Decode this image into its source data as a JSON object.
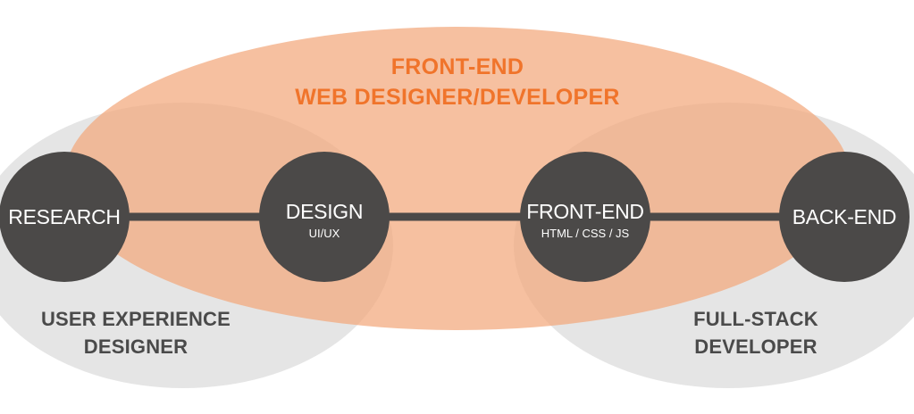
{
  "colors": {
    "orange_accent": "#f0742b",
    "orange_fill": "#f3a77c",
    "gray_fill": "#d3d3d3",
    "node_fill": "#4b4948",
    "connector": "#4b4948",
    "role_text": "#4a4a4a"
  },
  "top_label": {
    "line1": "FRONT-END",
    "line2": "WEB DESIGNER/DEVELOPER"
  },
  "nodes": [
    {
      "title": "RESEARCH",
      "subtitle": ""
    },
    {
      "title": "DESIGN",
      "subtitle": "UI/UX"
    },
    {
      "title": "FRONT-END",
      "subtitle": "HTML / CSS / JS"
    },
    {
      "title": "BACK-END",
      "subtitle": ""
    }
  ],
  "roles": {
    "ux": {
      "line1": "USER EXPERIENCE",
      "line2": "DESIGNER"
    },
    "fullstack": {
      "line1": "FULL-STACK",
      "line2": "DEVELOPER"
    }
  }
}
